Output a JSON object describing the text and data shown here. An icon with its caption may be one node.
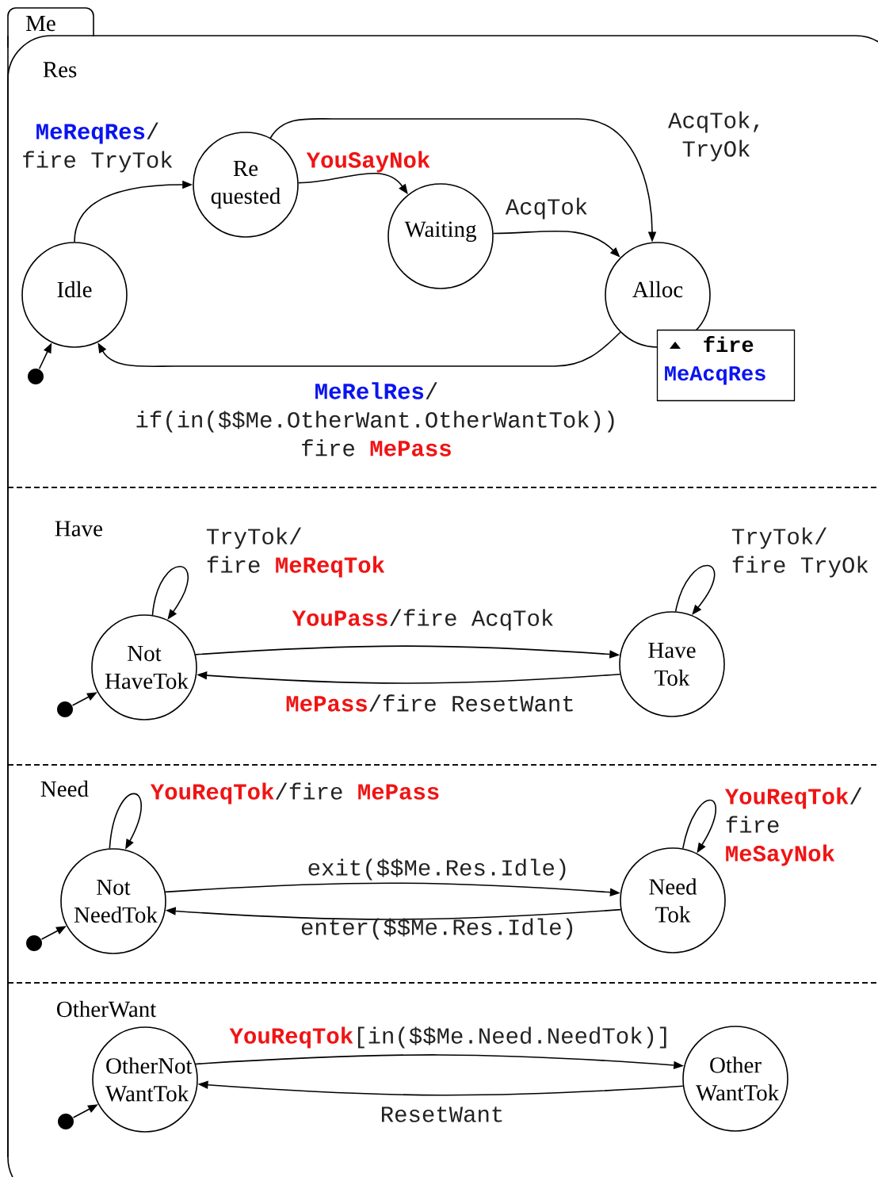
{
  "diagram": {
    "nodes": [
      {
        "text": [
          "Me"
        ]
      },
      {
        "text": [
          "Res"
        ],
        "in": 0
      },
      {
        "text": [
          "Idle"
        ],
        "in": 1
      },
      {
        "text": [
          "Re quested"
        ],
        "in": 1
      },
      {
        "text": [
          "Waiting"
        ],
        "in": 1
      },
      {
        "text": [
          "Alloc"
        ],
        "in": 1
      },
      {
        "text": [],
        "shape": "circle",
        "in": 1
      },
      {
        "text": [
          "Have"
        ],
        "in": 0
      },
      {
        "text": [
          "Not HaveTok"
        ],
        "in": 7
      },
      {
        "text": [
          "Have Tok"
        ],
        "in": 7
      },
      {
        "text": [],
        "shape": "circle",
        "in": 7
      },
      {
        "text": [
          "Need"
        ],
        "in": 0
      },
      {
        "text": [
          "Not NeedTok"
        ],
        "in": 11
      },
      {
        "text": [
          "Need Tok"
        ],
        "in": 11
      },
      {
        "text": [],
        "shape": "circle",
        "in": 11
      },
      {
        "text": [
          "OtherWant"
        ],
        "in": 0
      },
      {
        "text": [
          "OtherNot WantTok"
        ],
        "in": 15
      },
      {
        "text": [
          "Other WantTok"
        ],
        "in": 15
      },
      {
        "text": [],
        "shape": "circle",
        "in": 15
      },
      {
        "text": [
          "fire",
          "MeAcqRes"
        ],
        "in": 1
      }
    ],
    "edges": [
      {
        "from": 2,
        "to": 3,
        "arrow": "to",
        "label": "**MeReqRes**/ fire TryTok"
      },
      {
        "from": 3,
        "to": 4,
        "arrow": "to",
        "label": "YouSayNok"
      },
      {
        "from": 4,
        "to": 5,
        "arrow": "to",
        "label": "AcqTok"
      },
      {
        "from": 3,
        "to": 5,
        "arrow": "to",
        "label": "AcqTok, TryOk"
      },
      {
        "from": 5,
        "to": 2,
        "arrow": "to",
        "label": "**MeRelRes**/ if(in($$Me.OtherWant.OtherWantTok)) fire **MePass**"
      },
      {
        "from": 6,
        "to": 2,
        "arrow": "to"
      },
      {
        "from": 8,
        "to": 8,
        "arrow": "to",
        "label": "TryTok/ fire **MeReqTok**"
      },
      {
        "from": 9,
        "to": 9,
        "arrow": "to",
        "label": "TryTok/ fire TryOk"
      },
      {
        "from": 8,
        "to": 9,
        "arrow": "to",
        "label": "**YouPass**/fire AcqTok"
      },
      {
        "from": 9,
        "to": 8,
        "arrow": "to",
        "label": "**MePass**/fire ResetWant"
      },
      {
        "from": 10,
        "to": 8,
        "arrow": "to"
      },
      {
        "from": 12,
        "to": 12,
        "arrow": "to",
        "label": "**YouReqTok**/fire **MePass**"
      },
      {
        "from": 13,
        "to": 13,
        "arrow": "to",
        "label": "**YouReqTok**/ fire **MeSayNok**"
      },
      {
        "from": 12,
        "to": 13,
        "arrow": "to",
        "label": "exit($$Me.Res.Idle)"
      },
      {
        "from": 13,
        "to": 12,
        "arrow": "to",
        "label": "enter($$Me.Res.Idle)"
      },
      {
        "from": 14,
        "to": 12,
        "arrow": "to"
      },
      {
        "from": 16,
        "to": 17,
        "arrow": "to",
        "label": "**YouReqTok**[in($$Me.Need.NeedTok)]"
      },
      {
        "from": 17,
        "to": 16,
        "arrow": "to",
        "label": "ResetWant"
      },
      {
        "from": 18,
        "to": 16,
        "arrow": "to"
      }
    ]
  }
}
